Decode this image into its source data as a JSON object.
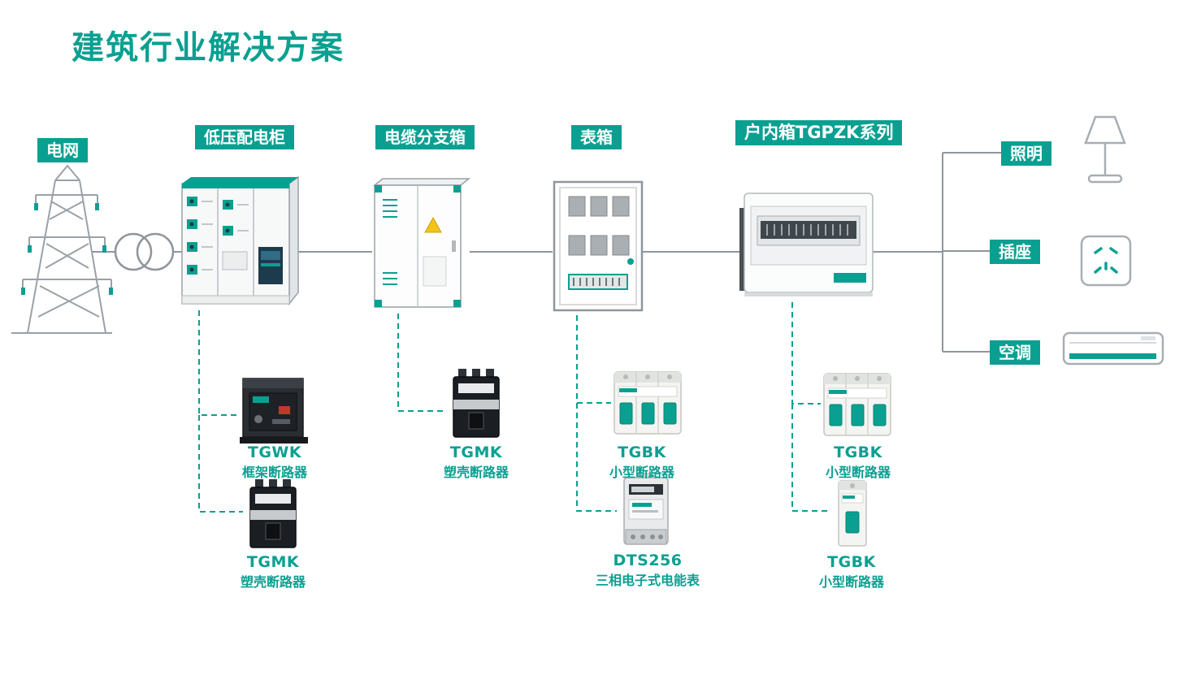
{
  "title": "建筑行业解决方案",
  "colors": {
    "accent": "#0aa091",
    "line_gray": "#8f969c"
  },
  "flow": {
    "grid_label": "电网",
    "cabinet_label": "低压配电柜",
    "branch_box_label": "电缆分支箱",
    "meter_box_label": "表箱",
    "indoor_box_label": "户内箱TGPZK系列"
  },
  "loads": {
    "lighting": "照明",
    "socket": "插座",
    "ac": "空调"
  },
  "products": {
    "tgwk": {
      "model": "TGWK",
      "name": "框架断路器"
    },
    "tgmk_cabinet": {
      "model": "TGMK",
      "name": "塑壳断路器"
    },
    "tgmk_branch": {
      "model": "TGMK",
      "name": "塑壳断路器"
    },
    "tgbk_meter": {
      "model": "TGBK",
      "name": "小型断路器"
    },
    "dts256": {
      "model": "DTS256",
      "name": "三相电子式电能表"
    },
    "tgbk_indoor1": {
      "model": "TGBK",
      "name": "小型断路器"
    },
    "tgbk_indoor2": {
      "model": "TGBK",
      "name": "小型断路器"
    }
  }
}
